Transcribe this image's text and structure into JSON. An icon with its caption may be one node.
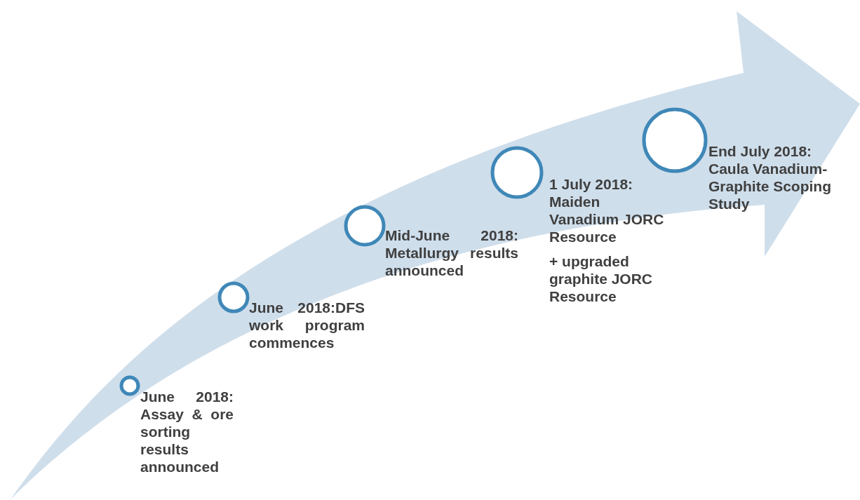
{
  "diagram": {
    "nodes": [
      {
        "text": [],
        "shape": "circle",
        "beside": [
          "June 2018: Assay & ore sorting results announced"
        ]
      },
      {
        "text": [],
        "shape": "circle",
        "beside": [
          "June 2018:DFS work program commences"
        ]
      },
      {
        "text": [],
        "shape": "circle",
        "beside": [
          "Mid-June 2018: Metallurgy results announced"
        ]
      },
      {
        "text": [],
        "shape": "circle",
        "beside": [
          "1 July 2018: Maiden Vanadium JORC Resource",
          "+ upgraded graphite JORC Resource"
        ]
      },
      {
        "text": [],
        "shape": "circle",
        "beside": [
          "End July 2018: Caula Vanadium-Graphite Scoping Study"
        ]
      }
    ],
    "edges": []
  }
}
